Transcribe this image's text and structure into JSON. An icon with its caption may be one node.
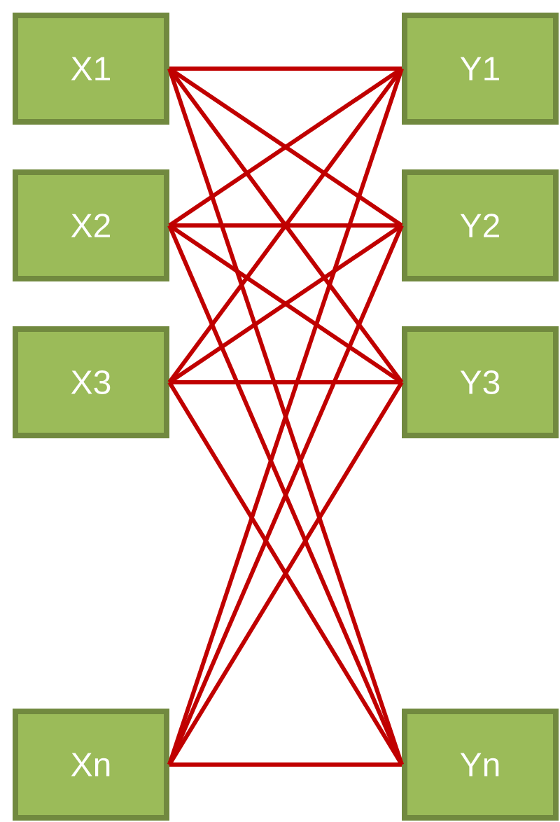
{
  "diagram": {
    "nodes": [
      {
        "text": [
          "X1"
        ]
      },
      {
        "text": [
          "X2"
        ]
      },
      {
        "text": [
          "X3"
        ]
      },
      {
        "text": [
          "Xn"
        ]
      },
      {
        "text": [
          "Y1"
        ]
      },
      {
        "text": [
          "Y2"
        ]
      },
      {
        "text": [
          "Y3"
        ]
      },
      {
        "text": [
          "Yn"
        ]
      }
    ],
    "edges": [
      {
        "from": 0,
        "to": 4,
        "arrow": "none"
      },
      {
        "from": 0,
        "to": 5,
        "arrow": "none"
      },
      {
        "from": 0,
        "to": 6,
        "arrow": "none"
      },
      {
        "from": 0,
        "to": 7,
        "arrow": "none"
      },
      {
        "from": 1,
        "to": 4,
        "arrow": "none"
      },
      {
        "from": 1,
        "to": 5,
        "arrow": "none"
      },
      {
        "from": 1,
        "to": 6,
        "arrow": "none"
      },
      {
        "from": 1,
        "to": 7,
        "arrow": "none"
      },
      {
        "from": 2,
        "to": 4,
        "arrow": "none"
      },
      {
        "from": 2,
        "to": 5,
        "arrow": "none"
      },
      {
        "from": 2,
        "to": 6,
        "arrow": "none"
      },
      {
        "from": 2,
        "to": 7,
        "arrow": "none"
      },
      {
        "from": 3,
        "to": 4,
        "arrow": "none"
      },
      {
        "from": 3,
        "to": 5,
        "arrow": "none"
      },
      {
        "from": 3,
        "to": 6,
        "arrow": "none"
      },
      {
        "from": 3,
        "to": 7,
        "arrow": "none"
      }
    ]
  }
}
